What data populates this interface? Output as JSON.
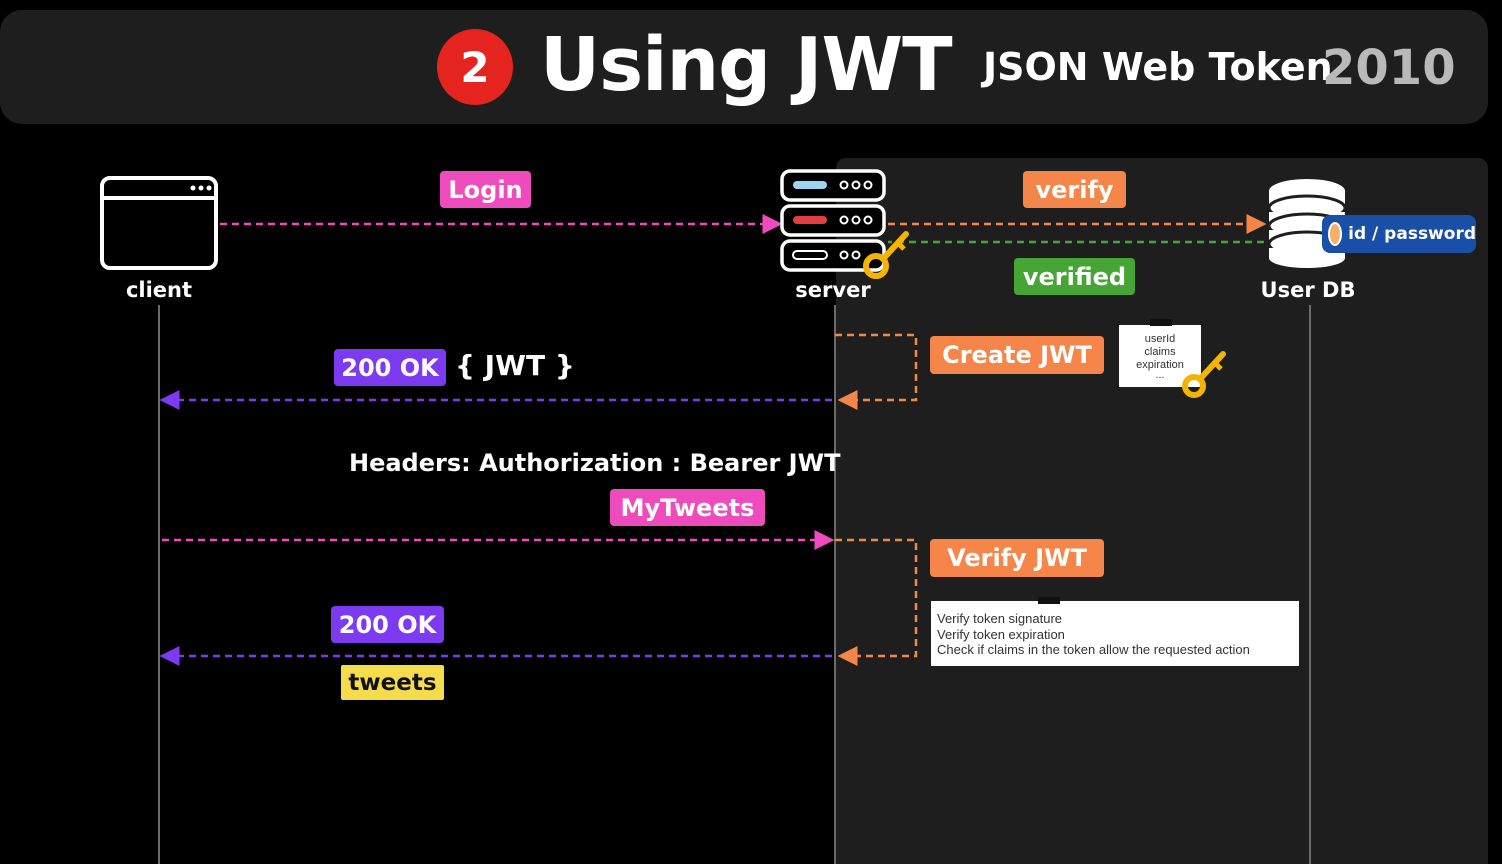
{
  "header": {
    "step_number": "2",
    "title": "Using JWT",
    "subtitle": "JSON Web Token",
    "year": "2010"
  },
  "actors": {
    "client": "client",
    "server": "server",
    "user_db": "User DB"
  },
  "messages": {
    "login": "Login",
    "verify": "verify",
    "verified": "verified",
    "id_password": "id / password",
    "create_jwt": "Create JWT",
    "ok_status_1": "200 OK",
    "jwt_payload": "{ JWT }",
    "headers": "Headers: Authorization : Bearer JWT",
    "mytweets": "MyTweets",
    "verify_jwt": "Verify JWT",
    "ok_status_2": "200 OK",
    "tweets": "tweets"
  },
  "token_note": {
    "line1": "userId",
    "line2": "claims",
    "line3": "expiration",
    "line4": "..."
  },
  "verify_note": {
    "line1": "Verify token signature",
    "line2": "Verify token expiration",
    "line3": "Check if claims in the token allow the requested action"
  },
  "colors": {
    "pink": "#ee4bbd",
    "orange": "#f58548",
    "green": "#45a535",
    "purple": "#7c3bf0",
    "yellow": "#f5dc4c",
    "red_badge": "#e52420"
  }
}
